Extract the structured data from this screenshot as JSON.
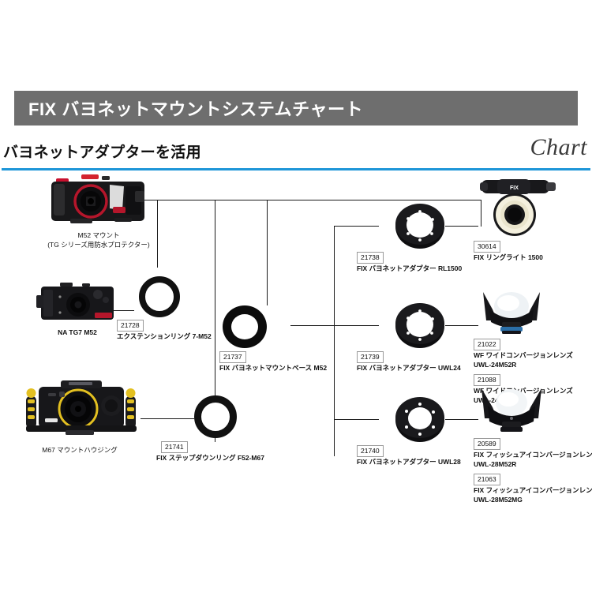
{
  "header": {
    "title": "FIX バヨネットマウントシステムチャート",
    "subtitle": "バヨネットアダプターを活用",
    "chart_word": "Chart",
    "bar_color": "#6e6e6e",
    "rule_color": "#1e96d8"
  },
  "nodes": {
    "m52_mount": {
      "name_line1": "M52 マウント",
      "name_line2": "(TG シリーズ用防水プロテクター)",
      "icon": "underwater-housing-tg-icon"
    },
    "na_tg7": {
      "name": "NA TG7 M52",
      "icon": "underwater-housing-na-icon"
    },
    "m67_housing": {
      "name": "M67 マウントハウジング",
      "icon": "underwater-housing-m67-icon"
    },
    "ext_ring": {
      "part_no": "21728",
      "name": "エクステンションリング 7-M52",
      "icon": "extension-ring-icon"
    },
    "mount_base": {
      "part_no": "21737",
      "name": "FIX バヨネットマウントベース M52",
      "icon": "bayonet-mount-base-icon"
    },
    "step_down": {
      "part_no": "21741",
      "name": "FIX ステップダウンリング F52-M67",
      "icon": "step-down-ring-icon"
    },
    "adapter_rl1500": {
      "part_no": "21738",
      "name": "FIX バヨネットアダプター RL1500",
      "icon": "bayonet-adapter-icon"
    },
    "adapter_uwl24": {
      "part_no": "21739",
      "name": "FIX バヨネットアダプター UWL24",
      "icon": "bayonet-adapter-icon"
    },
    "adapter_uwl28": {
      "part_no": "21740",
      "name": "FIX バヨネットアダプター UWL28",
      "icon": "bayonet-adapter-icon"
    },
    "ring_light": {
      "part_no": "30614",
      "name": "FIX リングライト 1500",
      "icon": "ring-light-icon"
    },
    "wf_lens_r": {
      "part_no": "21022",
      "name_line1": "WF ワイドコンバージョンレンズ",
      "name_line2": "UWL-24M52R",
      "icon": "wide-conversion-lens-icon"
    },
    "wf_lens_mg": {
      "part_no": "21088",
      "name_line1": "WF ワイドコンバージョンレンズ",
      "name_line2": "UWL-24M52MG"
    },
    "fe_lens_r": {
      "part_no": "20589",
      "name_line1": "FIX フィッシュアイコンバージョンレンズ",
      "name_line2": "UWL-28M52R",
      "icon": "fisheye-conversion-lens-icon"
    },
    "fe_lens_mg": {
      "part_no": "21063",
      "name_line1": "FIX フィッシュアイコンバージョンレンズ",
      "name_line2": "UWL-28M52MG"
    }
  }
}
